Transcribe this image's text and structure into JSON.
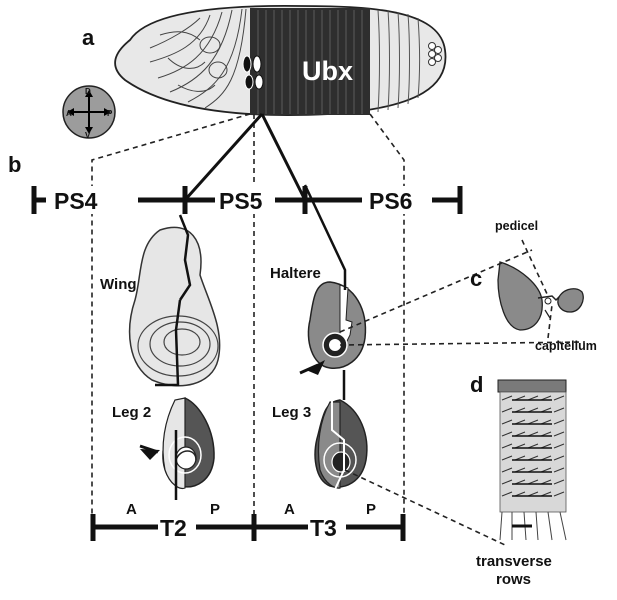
{
  "panels": {
    "a": "a",
    "b": "b",
    "c": "c",
    "d": "d"
  },
  "gene_label": "Ubx",
  "compass": {
    "dorsal": "D",
    "ventral": "V",
    "anterior": "A",
    "posterior": "P"
  },
  "parasegments": [
    "PS4",
    "PS5",
    "PS6"
  ],
  "tissues": {
    "wing": "Wing",
    "haltere": "Haltere",
    "leg2": "Leg 2",
    "leg3": "Leg 3"
  },
  "compartments": {
    "t2_anterior": "A",
    "t2_posterior": "P",
    "t3_anterior": "A",
    "t3_posterior": "P"
  },
  "segments": [
    "T2",
    "T3"
  ],
  "haltere_parts": {
    "pedicel": "pedicel",
    "capitellum": "capitellum"
  },
  "bristles_label": [
    "transverse",
    "rows"
  ],
  "colors": {
    "ubx_domain": "#2e2e2e",
    "posterior_compartment": "#555555",
    "haltere_fill": "#8a8a8a",
    "disc_fill": "#e6e6e6"
  }
}
